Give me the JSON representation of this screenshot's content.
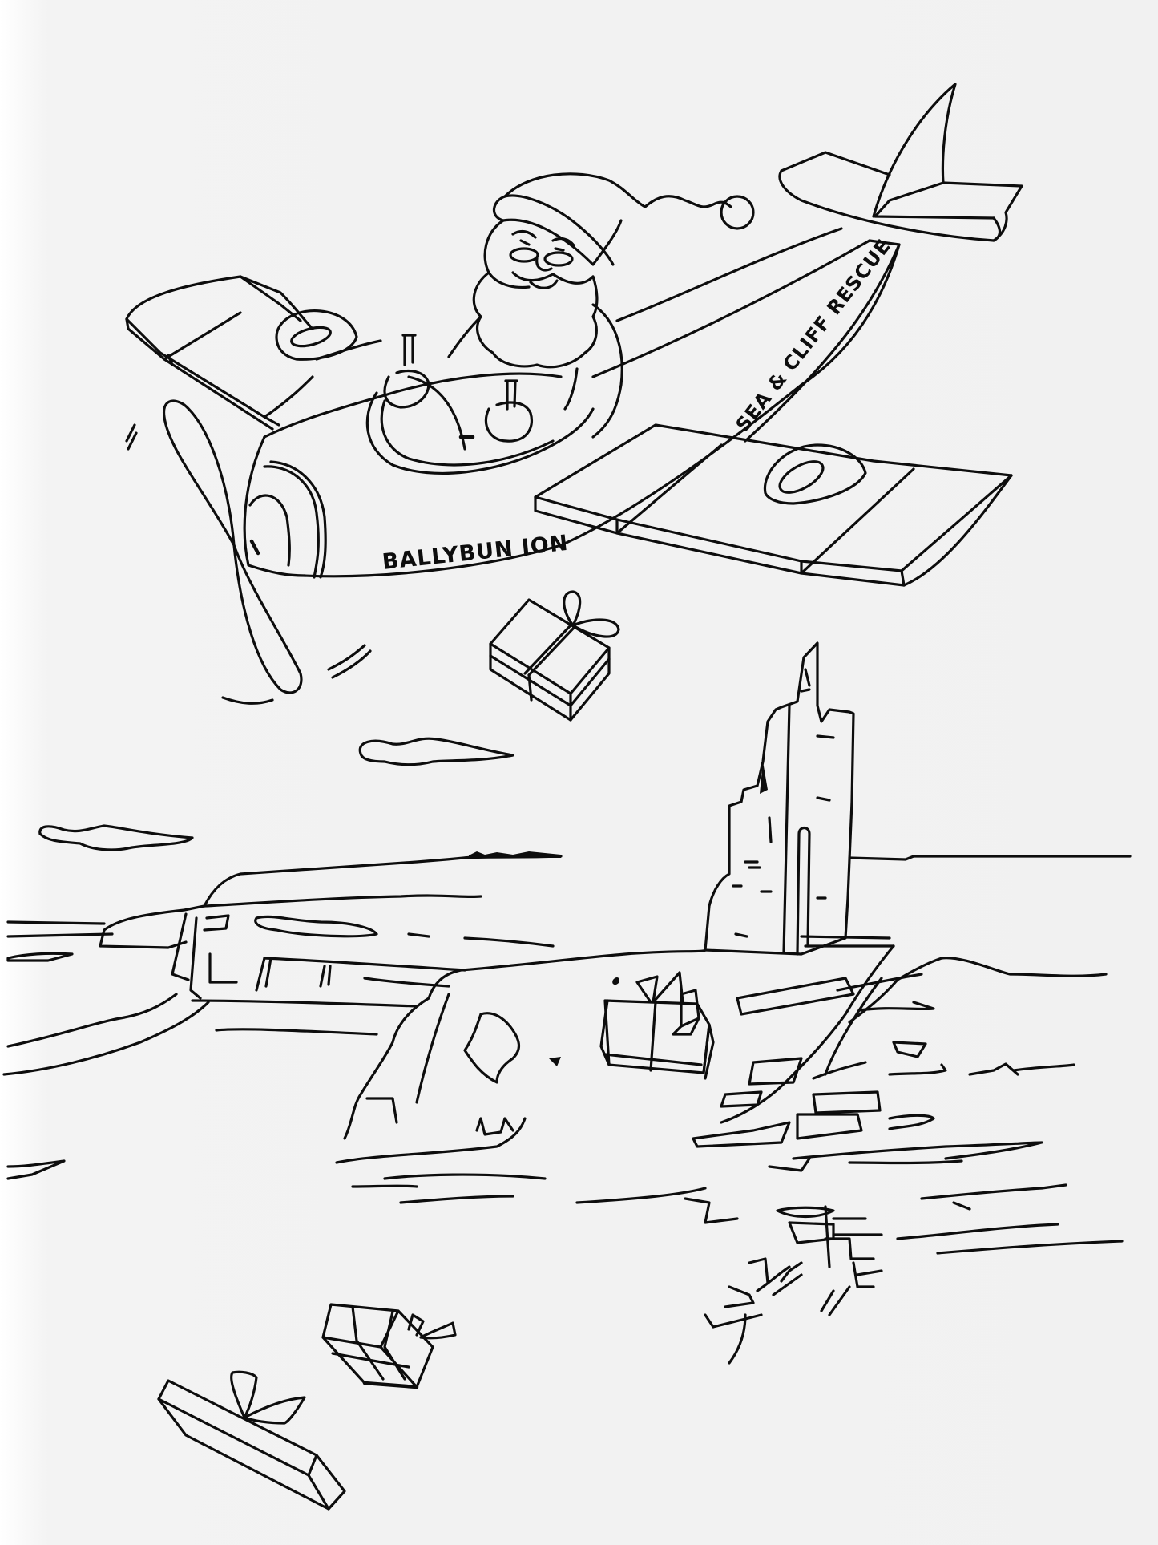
{
  "illustration": {
    "title": "Santa flying a Sea & Cliff Rescue plane over Ballybunion castle",
    "ink_color": "#0d0d0d",
    "paper_color": "#f2f2f2"
  },
  "plane": {
    "nose_label": "BALLYBUN ION",
    "tail_label": "SEA & CLIFF RESCUE"
  },
  "scene": {
    "elements": [
      "santa-pilot",
      "plane",
      "propeller",
      "falling-gift-1",
      "gift-on-cliff",
      "falling-gift-2",
      "falling-gift-3",
      "castle-ruin",
      "clouds",
      "cliffs",
      "sea"
    ]
  }
}
